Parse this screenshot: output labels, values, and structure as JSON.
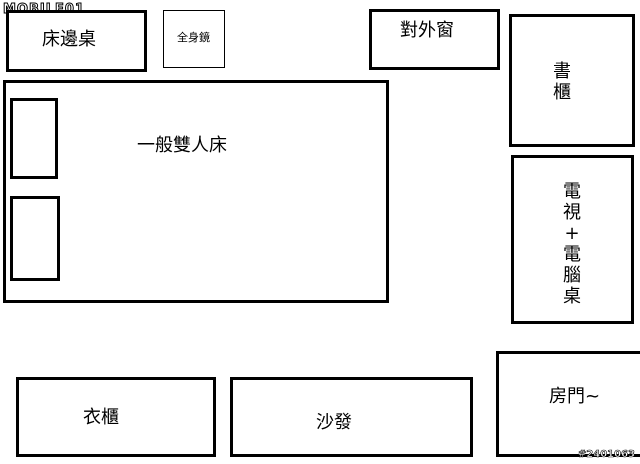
{
  "logo": "MOBILE01",
  "watermark": "#2401063",
  "rooms": {
    "bedside_table": "床邊桌",
    "full_mirror": "全身鏡",
    "window": "對外窗",
    "bookcase": [
      "書",
      "櫃"
    ],
    "bed": "一般雙人床",
    "tv_desk": [
      "電",
      "視",
      "+",
      "電",
      "腦",
      "桌"
    ],
    "wardrobe": "衣櫃",
    "sofa": "沙發",
    "door": "房門~"
  }
}
